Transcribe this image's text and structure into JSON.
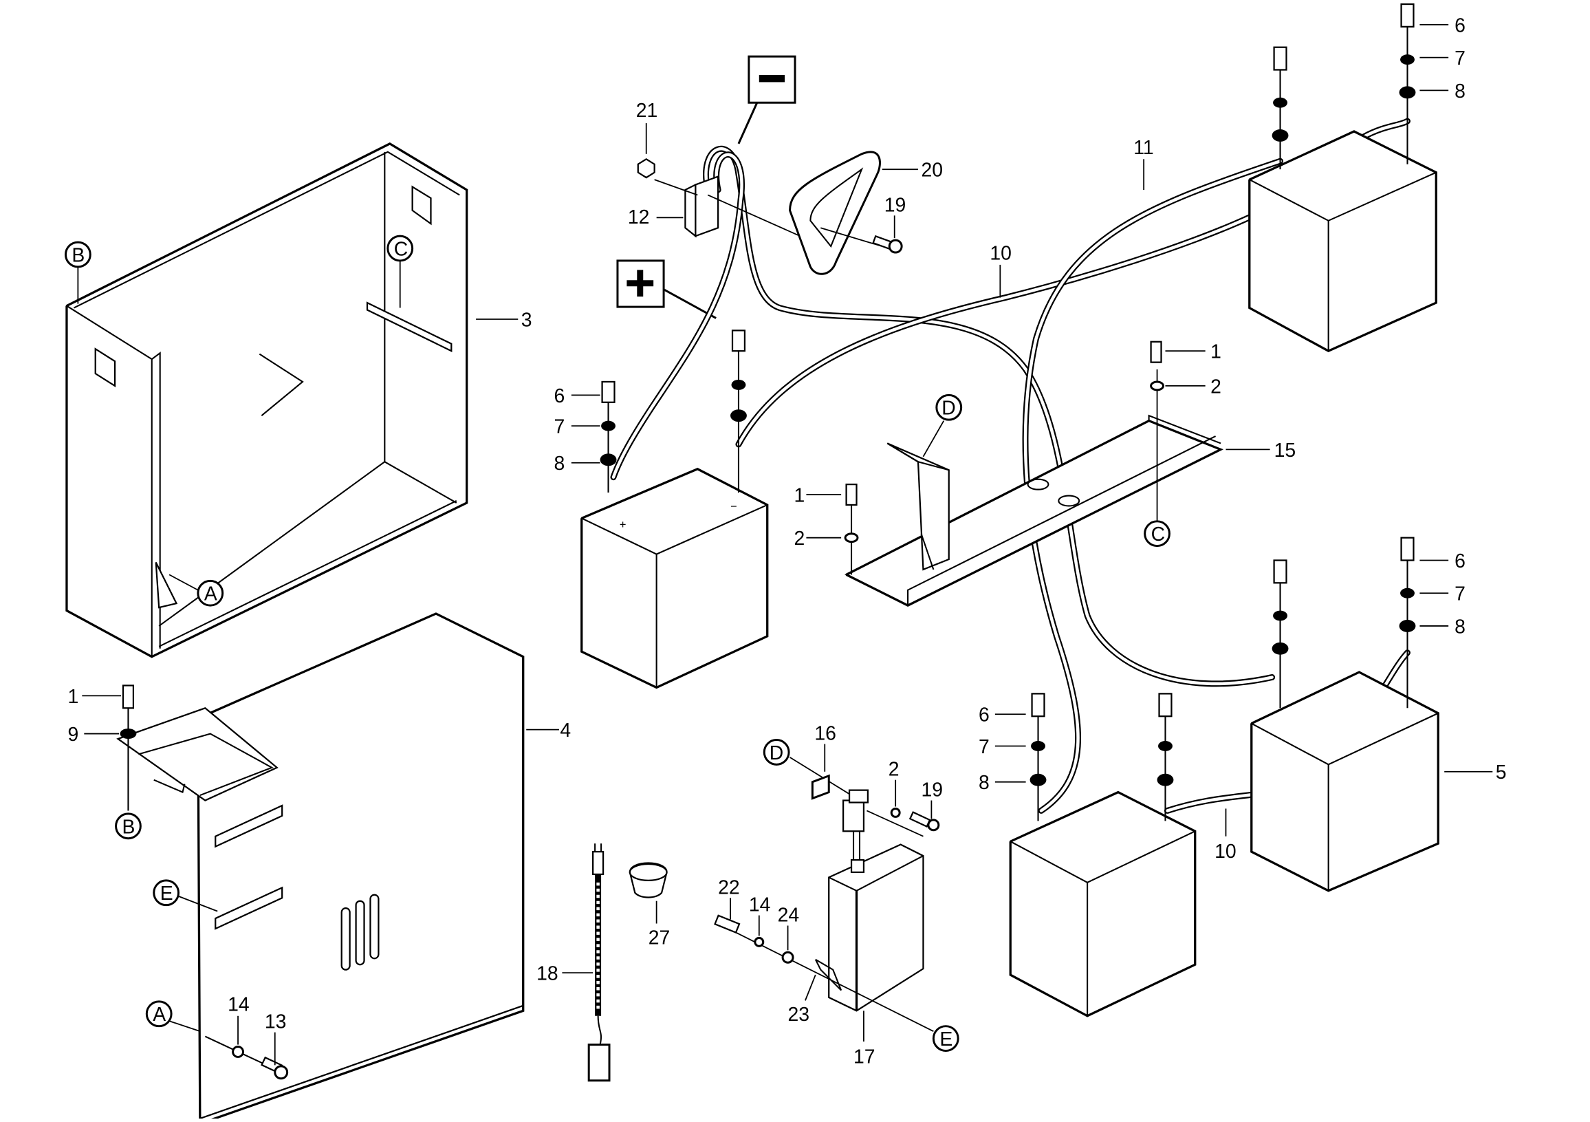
{
  "title": "Battery compartment exploded parts diagram",
  "polarity": {
    "negative": "−",
    "positive": "+"
  },
  "callouts": {
    "c1a": "1",
    "c2a": "2",
    "c15": "15",
    "cC2": "C",
    "c1b": "1",
    "c2b": "2",
    "cD1": "D",
    "c3": "3",
    "cB1": "B",
    "cC1": "C",
    "cA1": "A",
    "c4": "4",
    "c1c": "1",
    "c9": "9",
    "cB2": "B",
    "cE1": "E",
    "cA2": "A",
    "c14a": "14",
    "c13": "13",
    "c21": "21",
    "c12": "12",
    "c20": "20",
    "c19a": "19",
    "c10a": "10",
    "c11": "11",
    "c10b": "10",
    "c6a": "6",
    "c7a": "7",
    "c8a": "8",
    "c6b": "6",
    "c7b": "7",
    "c8b": "8",
    "c6c": "6",
    "c7c": "7",
    "c8c": "8",
    "c6d": "6",
    "c7d": "7",
    "c8d": "8",
    "c5": "5",
    "c16": "16",
    "cD2": "D",
    "c2c": "2",
    "c19b": "19",
    "c22": "22",
    "c14b": "14",
    "c24": "24",
    "c23": "23",
    "c17": "17",
    "cE2": "E",
    "c18": "18",
    "c27": "27"
  },
  "terminal_marks": {
    "plus": "+",
    "minus": "−"
  }
}
